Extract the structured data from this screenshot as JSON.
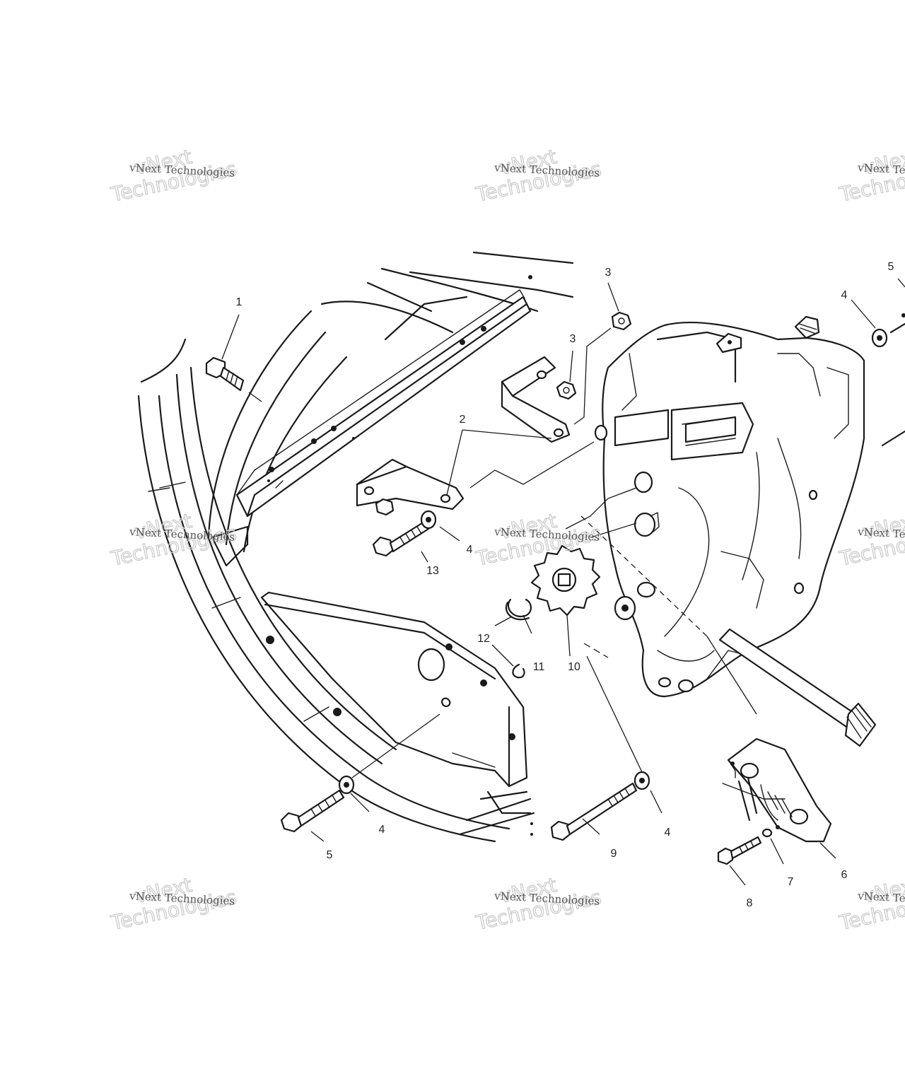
{
  "diagram": {
    "callouts": [
      {
        "id": "c1",
        "label": "1"
      },
      {
        "id": "c2",
        "label": "2"
      },
      {
        "id": "c3a",
        "label": "3"
      },
      {
        "id": "c3b",
        "label": "3"
      },
      {
        "id": "c4a",
        "label": "4"
      },
      {
        "id": "c4b",
        "label": "4"
      },
      {
        "id": "c4c",
        "label": "4"
      },
      {
        "id": "c4d",
        "label": "4"
      },
      {
        "id": "c5a",
        "label": "5"
      },
      {
        "id": "c5b",
        "label": "5"
      },
      {
        "id": "c6",
        "label": "6"
      },
      {
        "id": "c7",
        "label": "7"
      },
      {
        "id": "c8",
        "label": "8"
      },
      {
        "id": "c9",
        "label": "9"
      },
      {
        "id": "c10",
        "label": "10"
      },
      {
        "id": "c11",
        "label": "11"
      },
      {
        "id": "c12",
        "label": "12"
      },
      {
        "id": "c13",
        "label": "13"
      }
    ]
  },
  "watermark": {
    "line_small": "vNext Technologies",
    "line_top": "vNext",
    "line_big": "Technologies"
  }
}
